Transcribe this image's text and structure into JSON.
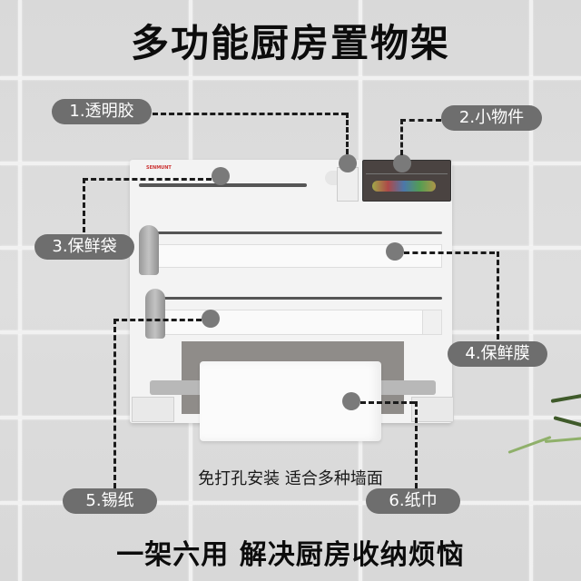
{
  "title": "多功能厨房置物架",
  "subtitle": "免打孔安装 适合多种墙面",
  "slogan": "一架六用 解决厨房收纳烦恼",
  "labels": [
    {
      "id": 1,
      "text": "1.透明胶"
    },
    {
      "id": 2,
      "text": "2.小物件"
    },
    {
      "id": 3,
      "text": "3.保鲜袋"
    },
    {
      "id": 4,
      "text": "4.保鲜膜"
    },
    {
      "id": 5,
      "text": "5.锡纸"
    },
    {
      "id": 6,
      "text": "6.纸巾"
    }
  ],
  "colors": {
    "pill_bg": "#6e6e6e",
    "pill_text": "#ffffff",
    "dot": "#7a7a7a",
    "title_text": "#0c0c0c",
    "wall": "#dcdcdc",
    "grout": "#f1f1f1"
  },
  "product": {
    "brand_mark": "SENMUNT"
  }
}
